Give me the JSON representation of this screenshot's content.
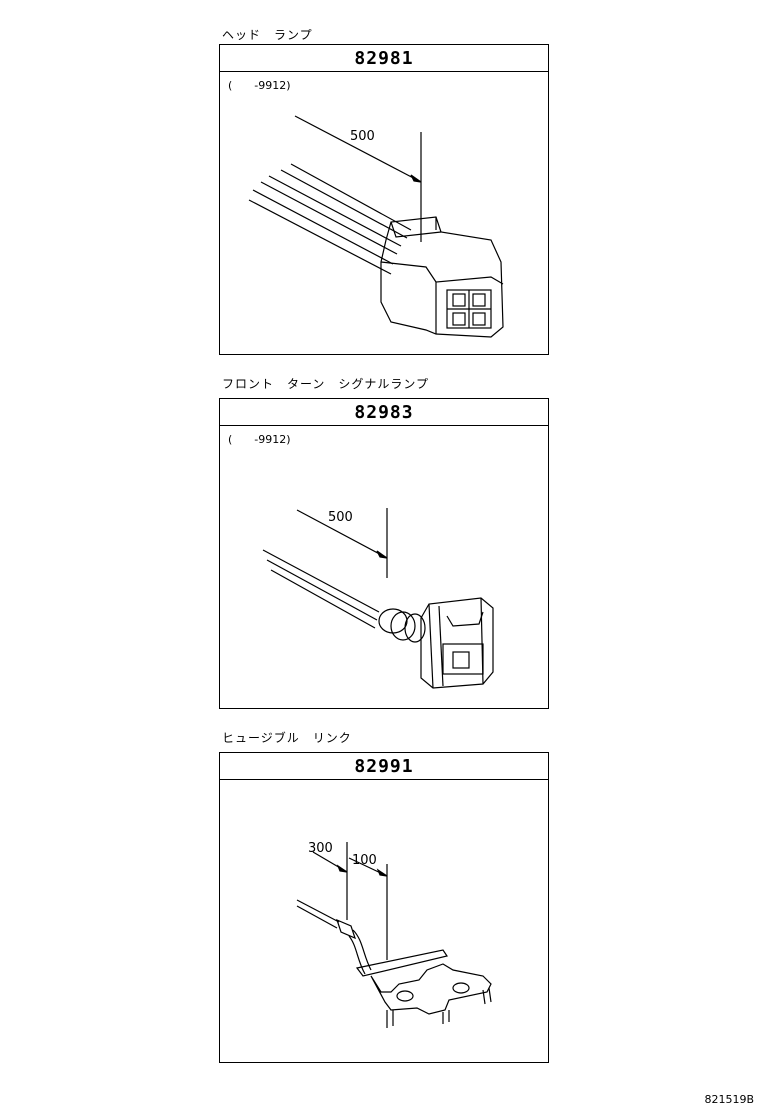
{
  "sections": [
    {
      "caption": "ヘッド　ランプ",
      "part_number": "82981",
      "range": "(　　-9912)",
      "dimension": "500"
    },
    {
      "caption": "フロント　ターン　シグナルランプ",
      "part_number": "82983",
      "range": "(　　-9912)",
      "dimension": "500"
    },
    {
      "caption": "ヒュージブル　リンク",
      "part_number": "82991",
      "dimensions": [
        "300",
        "100"
      ]
    }
  ],
  "diagram_code": "821519B"
}
